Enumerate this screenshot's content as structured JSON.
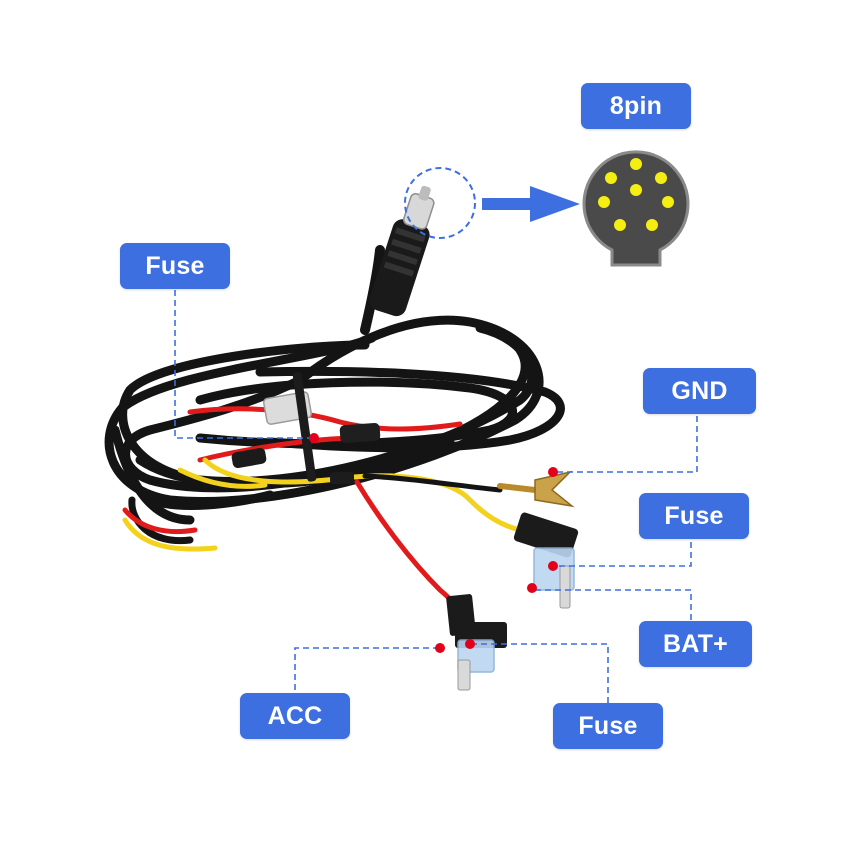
{
  "labels": {
    "pin": "8pin",
    "fuse_left": "Fuse",
    "gnd": "GND",
    "fuse_right": "Fuse",
    "bat": "BAT+",
    "acc": "ACC",
    "fuse_bottom": "Fuse"
  },
  "colors": {
    "label_bg": "#3d6fe0",
    "callout": "#3d6fe0",
    "wire_black": "#141414",
    "wire_red": "#e11b1b",
    "wire_yellow": "#f2d21c",
    "pin_dot": "#f5ee12",
    "connector_face": "#4a4a4a",
    "marker": "#e3001b"
  },
  "connector": {
    "pin_count": 8
  }
}
